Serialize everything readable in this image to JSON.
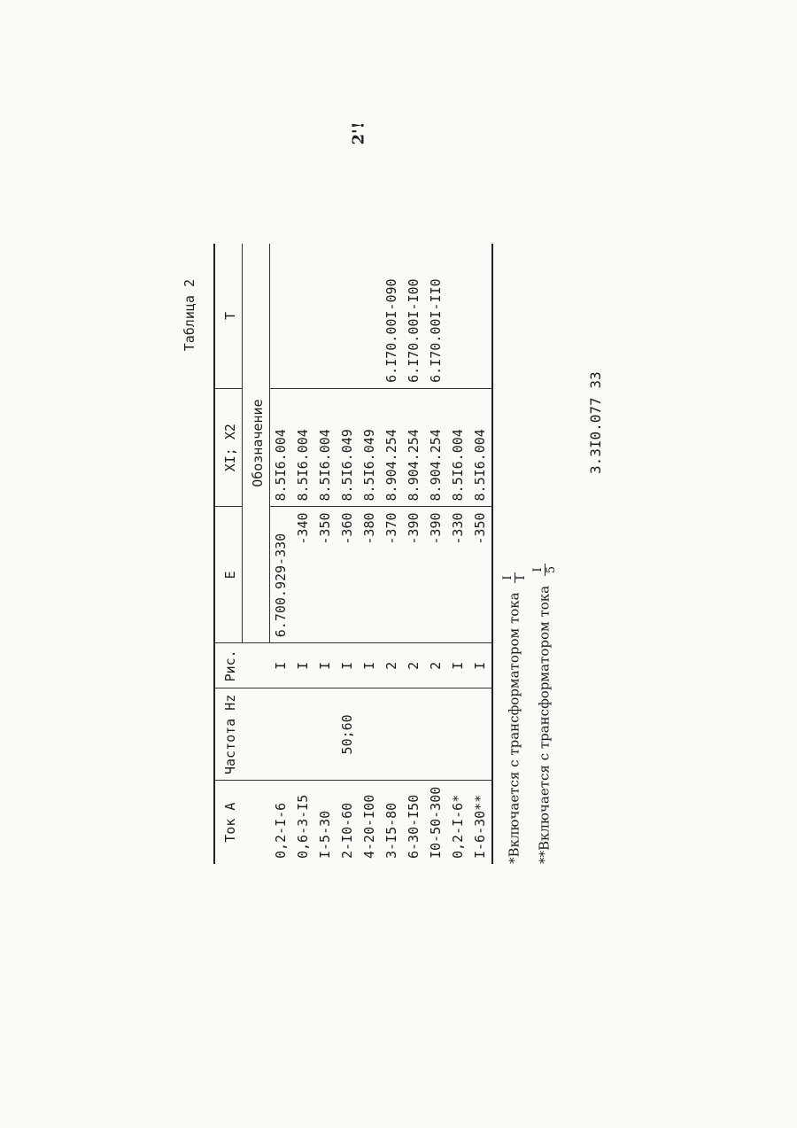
{
  "page_number": "2'!",
  "caption": "Таблица 2",
  "table": {
    "headers": {
      "tok": "Ток А",
      "freq": "Частота Нz",
      "fig": "Рис.",
      "group": "Обозначение",
      "e": "Е",
      "x": "XI; X2",
      "t": "Т"
    },
    "freq_value": "50;60",
    "rows": [
      {
        "tok": "0,2-I-6",
        "fig": "I",
        "e": "6.700.929-330",
        "x": "8.5I6.004",
        "t": ""
      },
      {
        "tok": "0,6-3-I5",
        "fig": "I",
        "e": "-340",
        "x": "8.5I6.004",
        "t": ""
      },
      {
        "tok": "I-5-30",
        "fig": "I",
        "e": "-350",
        "x": "8.5I6.004",
        "t": ""
      },
      {
        "tok": "2-I0-60",
        "fig": "I",
        "e": "-360",
        "x": "8.5I6.049",
        "t": ""
      },
      {
        "tok": "4-20-I00",
        "fig": "I",
        "e": "-380",
        "x": "8.5I6.049",
        "t": ""
      },
      {
        "tok": "3-I5-80",
        "fig": "2",
        "e": "-370",
        "x": "8.904.254",
        "t": "6.I70.00I-090"
      },
      {
        "tok": "6-30-I50",
        "fig": "2",
        "e": "-390",
        "x": "8.904.254",
        "t": "6.I70.00I-I00"
      },
      {
        "tok": "I0-50-300",
        "fig": "2",
        "e": "-390",
        "x": "8.904.254",
        "t": "6.I70.00I-II0"
      },
      {
        "tok": "0,2-I-6*",
        "fig": "I",
        "e": "-330",
        "x": "8.5I6.004",
        "t": ""
      },
      {
        "tok": "I-6-30**",
        "fig": "I",
        "e": "-350",
        "x": "8.5I6.004",
        "t": ""
      }
    ]
  },
  "notes": [
    {
      "mark": "*",
      "text": "Включается с трансформатором тока",
      "num": "I",
      "den": "I"
    },
    {
      "mark": "**",
      "text": "Включается с трансформатором тока",
      "num": "I",
      "den": "5"
    }
  ],
  "doc_code": "3.3I0.077 33"
}
